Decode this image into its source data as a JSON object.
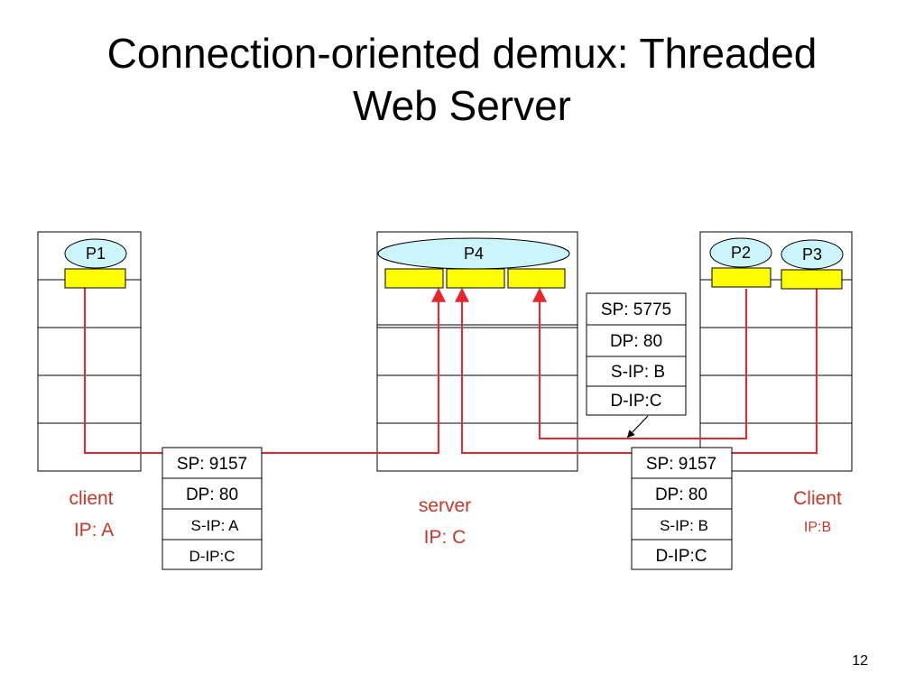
{
  "title": {
    "line1": "Connection-oriented demux: Threaded",
    "line2": "Web Server"
  },
  "hosts": {
    "client_a": {
      "name": "client",
      "ip": "IP: A",
      "process": "P1"
    },
    "server": {
      "name": "server",
      "ip": "IP: C",
      "process": "P4"
    },
    "client_b": {
      "name": "Client",
      "ip": "IP:B",
      "processes": [
        "P2",
        "P3"
      ]
    }
  },
  "segments": {
    "from_a": {
      "sp": "SP: 9157",
      "dp": "DP: 80",
      "sip": "S-IP: A",
      "dip": "D-IP:C"
    },
    "from_b_p3": {
      "sp": "SP: 9157",
      "dp": "DP: 80",
      "sip": "S-IP: B",
      "dip": "D-IP:C"
    },
    "from_b_p2": {
      "sp": "SP: 5775",
      "dp": "DP: 80",
      "sip": "S-IP: B",
      "dip": "D-IP:C"
    }
  },
  "colors": {
    "socket": "#ffff00",
    "process": "#ccf5fb",
    "flow": "#e8262d",
    "label_red": "#c0392b"
  },
  "page_number": "12"
}
